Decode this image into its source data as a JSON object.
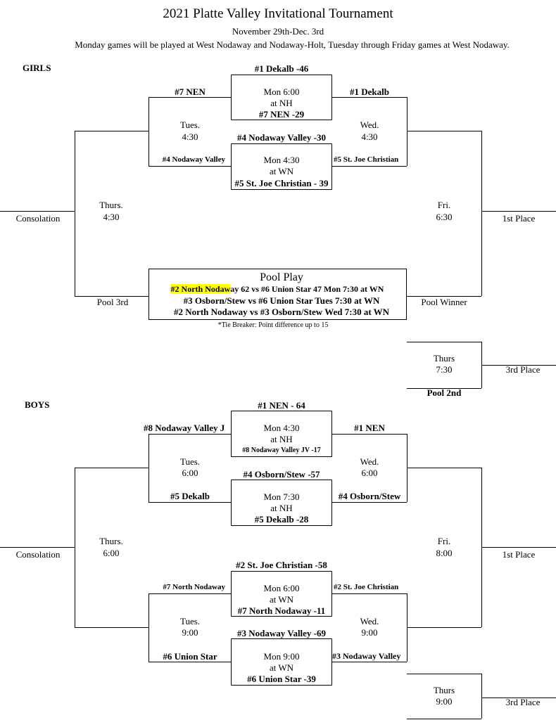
{
  "header": {
    "title": "2021 Platte Valley Invitational Tournament",
    "dates": "November 29th-Dec. 3rd",
    "note": "Monday games will be played at West Nodaway and Nodaway-Holt, Tuesday through Friday games at West Nodaway."
  },
  "girls": {
    "heading": "GIRLS",
    "game1": {
      "top": "#1 Dekalb -46",
      "time": "Mon 6:00",
      "loc": "at NH",
      "bottom": "#7 NEN -29"
    },
    "game2": {
      "top": "#4 Nodaway Valley -30",
      "time": "Mon 4:30",
      "loc": "at WN",
      "bottom": "#5 St. Joe Christian - 39"
    },
    "tues_left_top": "#7 NEN",
    "tues_left_bottom": "#4 Nodaway Valley",
    "tues_time": [
      "Tues.",
      "4:30"
    ],
    "wed_right_top": "#1 Dekalb",
    "wed_right_bottom": "#5 St. Joe Christian",
    "wed_time": [
      "Wed.",
      "4:30"
    ],
    "thurs_time": [
      "Thurs.",
      "4:30"
    ],
    "fri_time": [
      "Fri.",
      "6:30"
    ],
    "consolation": "Consolation",
    "first_place": "1st Place",
    "pool_3rd": "Pool 3rd",
    "pool_winner": "Pool Winner",
    "pool": {
      "title": "Pool Play",
      "line1_highlight": "#2 North Nodaw",
      "line1_rest": "ay 62 vs #6 Union Star  47 Mon 7:30 at WN",
      "line2": "#3 Osborn/Stew vs #6 Union Star  Tues 7:30 at WN",
      "line3": "#2 North Nodaway vs #3 Osborn/Stew Wed 7:30 at WN",
      "tiebreaker": "*Tie Breaker: Point difference up to 15"
    },
    "third": {
      "time": [
        "Thurs",
        "7:30"
      ],
      "label": "3rd Place",
      "pool_2nd": "Pool 2nd"
    }
  },
  "boys": {
    "heading": "BOYS",
    "game1": {
      "top": "#1 NEN - 64",
      "time": "Mon 4:30",
      "loc": "at NH",
      "bottom": "#8 Nodaway Valley JV -17"
    },
    "game2": {
      "top": "#4 Osborn/Stew -57",
      "time": "Mon 7:30",
      "loc": "at NH",
      "bottom": "#5 Dekalb -28"
    },
    "game3": {
      "top": "#2 St. Joe Christian -58",
      "time": "Mon 6:00",
      "loc": "at WN",
      "bottom": "#7 North Nodaway -11"
    },
    "game4": {
      "top": "#3 Nodaway Valley -69",
      "time": "Mon 9:00",
      "loc": "at WN",
      "bottom": "#6 Union Star -39"
    },
    "tues1_top": "#8 Nodaway Valley J",
    "tues1_bottom": "#5 Dekalb",
    "tues1_time": [
      "Tues.",
      "6:00"
    ],
    "wed1_top": "#1 NEN",
    "wed1_bottom": "#4 Osborn/Stew",
    "wed1_time": [
      "Wed.",
      "6:00"
    ],
    "tues2_top": "#7 North Nodaway",
    "tues2_bottom": "#6 Union Star",
    "tues2_time": [
      "Tues.",
      "9:00"
    ],
    "wed2_top": "#2 St. Joe Christian",
    "wed2_bottom": "#3 Nodaway Valley",
    "wed2_time": [
      "Wed.",
      "9:00"
    ],
    "thurs_time": [
      "Thurs.",
      "6:00"
    ],
    "fri_time": [
      "Fri.",
      "8:00"
    ],
    "consolation": "Consolation",
    "first_place": "1st Place",
    "third": {
      "time": [
        "Thurs",
        "9:00"
      ],
      "label": "3rd Place"
    }
  }
}
